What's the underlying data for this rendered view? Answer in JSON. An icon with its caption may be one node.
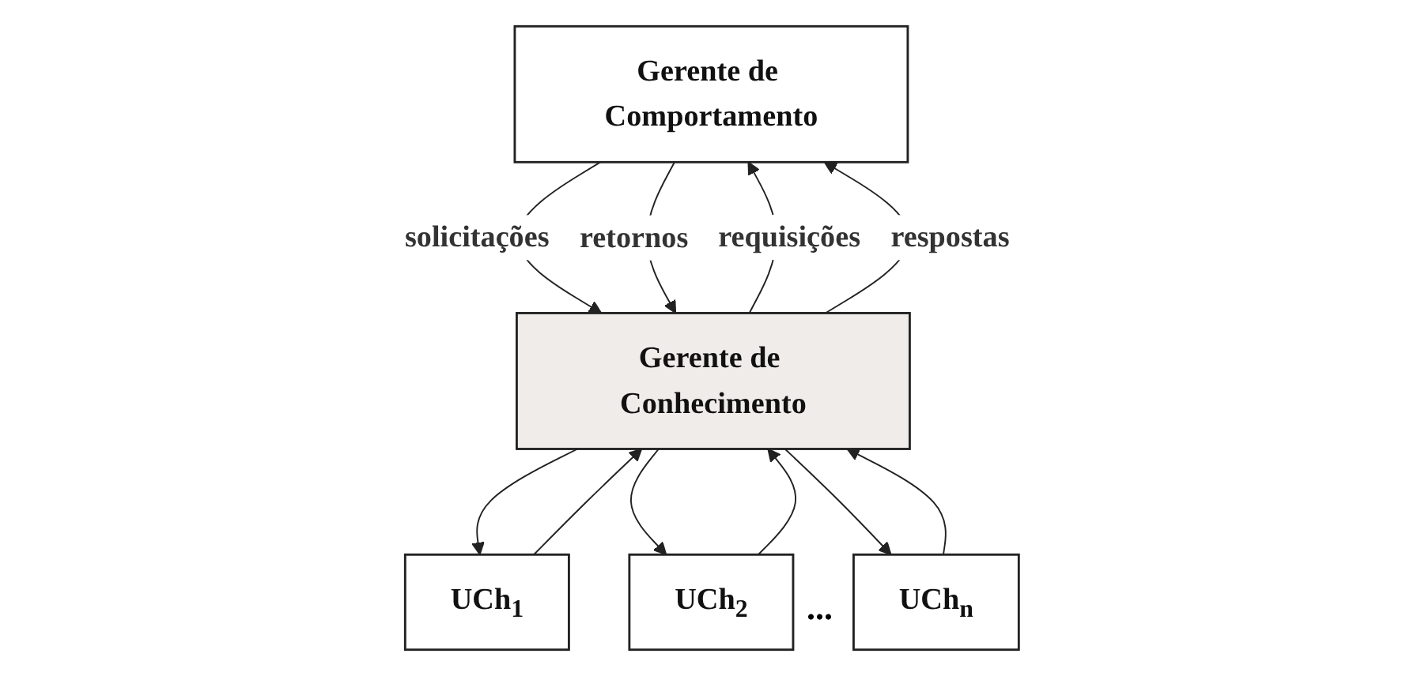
{
  "diagram": {
    "nodes": [
      {
        "text": [
          "Gerente de Comportamento"
        ]
      },
      {
        "text": [
          "Gerente de Conhecimento"
        ]
      },
      {
        "text": [
          "UCh$_{1}$"
        ]
      },
      {
        "text": [
          "UCh$_{2}$"
        ]
      },
      {
        "text": [
          "UCh$_{n}$"
        ]
      }
    ],
    "edges": [
      {
        "from": 1,
        "to": 0,
        "arrow": "to",
        "label": "requisições"
      },
      {
        "from": 0,
        "to": 1,
        "arrow": "to",
        "label": "solicitações"
      },
      {
        "from": 1,
        "to": 0,
        "arrow": "to",
        "label": "respostas"
      },
      {
        "from": 0,
        "to": 1,
        "arrow": "to",
        "label": "retornos"
      },
      {
        "from": 1,
        "to": 2,
        "arrow": "to"
      },
      {
        "from": 2,
        "to": 1,
        "arrow": "to"
      },
      {
        "from": 1,
        "to": 3,
        "arrow": "to"
      },
      {
        "from": 3,
        "to": 1,
        "arrow": "to"
      },
      {
        "from": 1,
        "to": 4,
        "arrow": "to"
      },
      {
        "from": 4,
        "to": 1,
        "arrow": "to"
      }
    ],
    "labels": [
      "..."
    ]
  }
}
